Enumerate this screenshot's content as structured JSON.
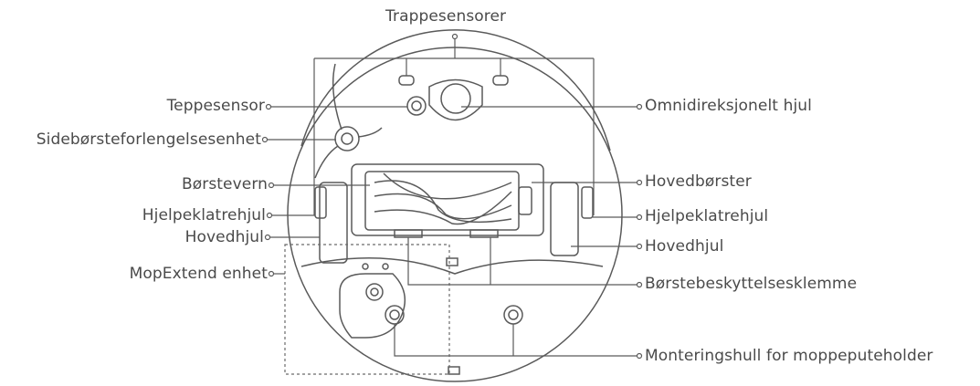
{
  "labels": {
    "top": "Trappesensorer",
    "left": [
      "Teppesensor",
      "Sidebørsteforlengelsesenhet",
      "Børstevern",
      "Hjelpeklatrehjul",
      "Hovedhjul",
      "MopExtend enhet"
    ],
    "right": [
      "Omnidireksjonelt hjul",
      "Hovedbørster",
      "Hjelpeklatrehjul",
      "Hovedhjul",
      "Børstebeskyttelsesklemme",
      "Monteringshull for moppeputeholder"
    ]
  },
  "colors": {
    "line": "#5a5a5a",
    "text": "#4a4a4a"
  }
}
